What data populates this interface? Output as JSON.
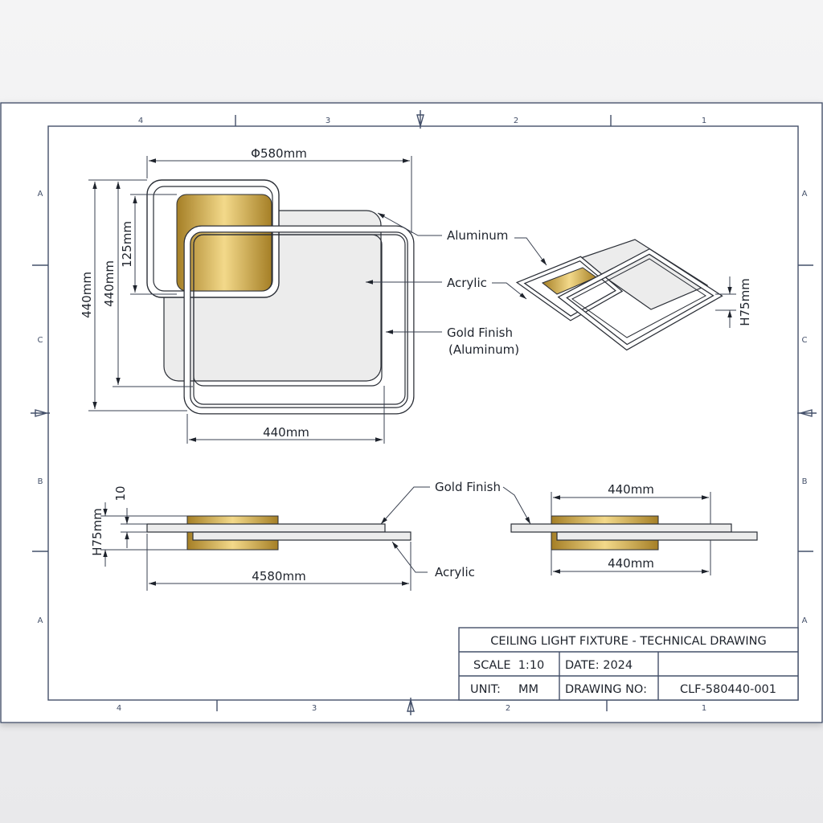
{
  "colors": {
    "gold_dark": "#a57f26",
    "gold_light": "#f3d98a",
    "frame": "#44506a"
  },
  "grid": {
    "top": [
      "4",
      "3",
      "2",
      "1"
    ],
    "bottom": [
      "4",
      "3",
      "2",
      "1"
    ],
    "left": [
      "A",
      "C",
      "B",
      "A"
    ],
    "right": [
      "A",
      "C",
      "B",
      "A"
    ]
  },
  "top_view": {
    "dim_width": "Φ580mm",
    "dim_height_outer": "440mm",
    "dim_height_inner": "440mm",
    "dim_gold": "125mm",
    "dim_bottom": "440mm",
    "callouts": [
      "Aluminum",
      "Acrylic",
      "Gold Finish",
      "(Aluminum)"
    ]
  },
  "iso_view": {
    "dim_height": "H75mm"
  },
  "side_view": {
    "dim_height": "H75mm",
    "dim_thickness": "10",
    "dim_length": "4580mm",
    "callout_gold": "Gold Finish",
    "callout_acrylic": "Acrylic"
  },
  "end_view": {
    "dim_top": "440mm",
    "dim_bottom": "440mm"
  },
  "title_block": {
    "title": "CEILING LIGHT FIXTURE - TECHNICAL DRAWING",
    "scale": "SCALE  1:10",
    "date": "DATE: 2024",
    "unit_label": "UNIT:",
    "unit_value": "MM",
    "drawing_no_label": "DRAWING NO:",
    "drawing_no": "CLF-580440-001"
  }
}
